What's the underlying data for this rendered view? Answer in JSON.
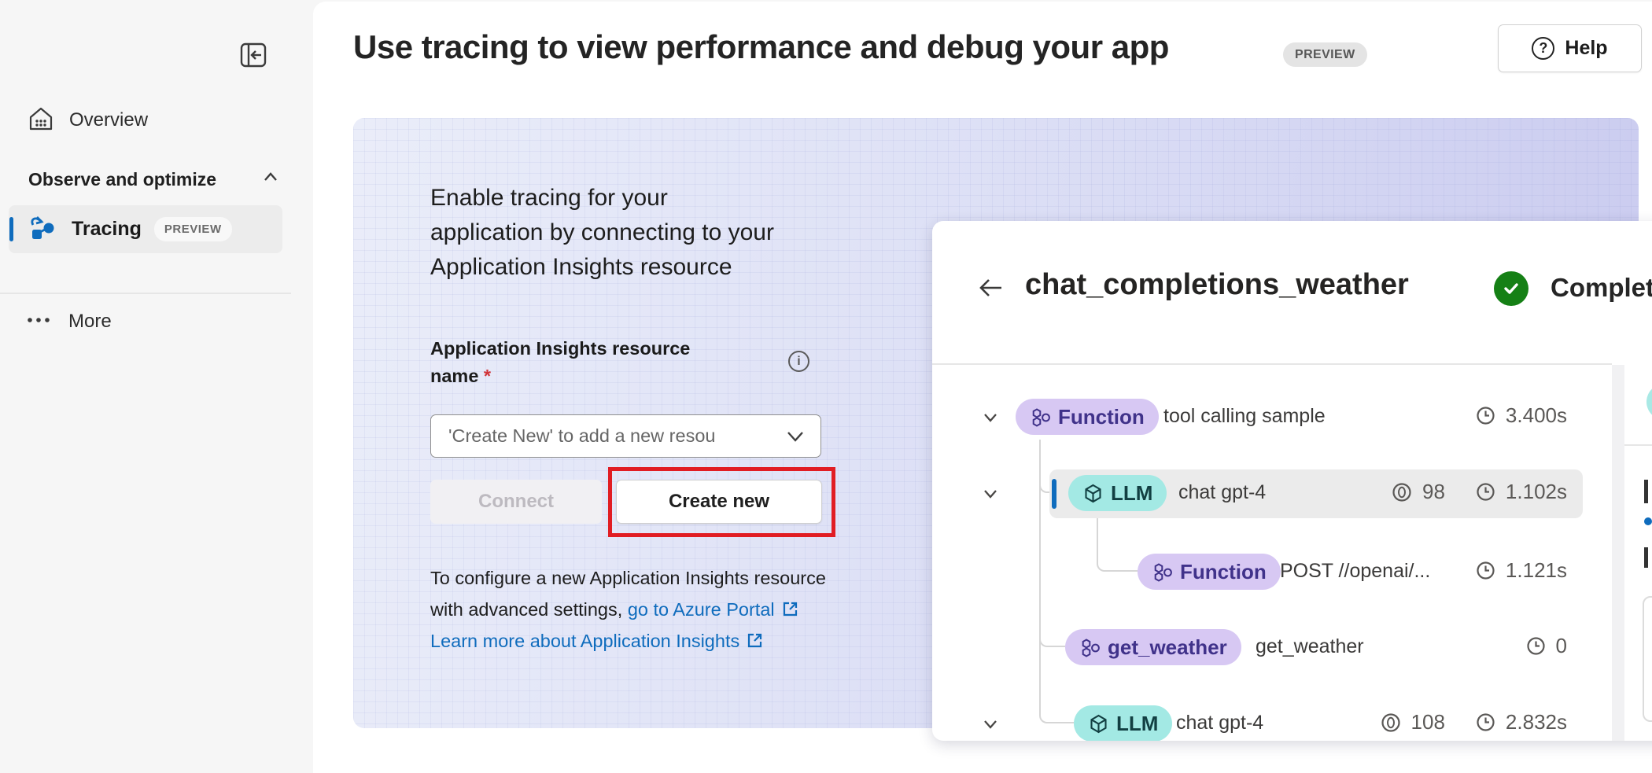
{
  "sidebar": {
    "items": [
      {
        "label": "Overview"
      },
      {
        "label": "Tracing",
        "badge": "PREVIEW"
      },
      {
        "label": "More"
      }
    ],
    "section_label": "Observe and optimize"
  },
  "header": {
    "title": "Use tracing to view performance and debug your app",
    "preview_badge": "PREVIEW",
    "help_label": "Help",
    "help_icon_glyph": "?"
  },
  "hero": {
    "intro": "Enable tracing for your application by connecting to your Application Insights resource",
    "field_label": "Application Insights resource name",
    "required_marker": "*",
    "info_glyph": "i",
    "select_placeholder": "'Create New' to add a new resou",
    "connect_label": "Connect",
    "create_new_label": "Create new",
    "para_prefix": "To configure a new Application Insights resource with advanced settings, ",
    "link_azure": "go to Azure Portal",
    "link_learn": "Learn more about Application Insights"
  },
  "trace": {
    "title": "chat_completions_weather",
    "status": "Completed",
    "rows": [
      {
        "type": "Function",
        "name": "tool calling sample",
        "duration": "3.400s"
      },
      {
        "type": "LLM",
        "name": "chat gpt-4",
        "tokens": "98",
        "duration": "1.102s"
      },
      {
        "type": "Function",
        "name": "POST //openai/...",
        "duration": "1.121s"
      },
      {
        "type": "get_weather",
        "name": "get_weather",
        "duration": "0"
      },
      {
        "type": "LLM",
        "name": "chat gpt-4",
        "tokens": "108",
        "duration": "2.832s"
      }
    ]
  },
  "colors": {
    "accent_blue": "#0f6cbd",
    "completed_green": "#158015",
    "annotation_red": "#e11d23",
    "function_pill_bg": "#d7c8f3",
    "function_pill_text": "#40328a",
    "llm_pill_bg": "#a3e9e4",
    "panel_lavender": "#c9caef"
  }
}
